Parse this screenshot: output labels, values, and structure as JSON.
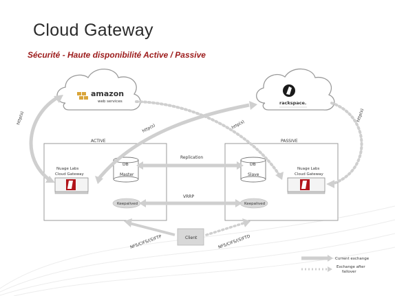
{
  "slide": {
    "title": "Cloud Gateway",
    "subtitle": "Sécurité - Haute disponibilité Active / Passive"
  },
  "clouds": {
    "amazon": {
      "brand": "amazon",
      "sub": "web services",
      "icon": "amazon-logo"
    },
    "rackspace": {
      "brand": "rackspace.",
      "icon": "rackspace-logo"
    }
  },
  "active": {
    "label": "ACTIVE",
    "gateway_line1": "Nuage Labs",
    "gateway_line2": "Cloud Gateway",
    "db_top": "DB",
    "db_name": "Master",
    "keepalived": "Keepalived"
  },
  "passive": {
    "label": "PASSIVE",
    "gateway_line1": "Nuage Labs",
    "gateway_line2": "Cloud Gateway",
    "db_top": "DB",
    "db_name": "Slave",
    "keepalived": "Keepalived"
  },
  "links": {
    "replication": "Replication",
    "vrrp": "VRRP",
    "http_left": "http(s)",
    "http_center_1": "http(s)",
    "http_center_2": "http(s)",
    "http_right": "http(s)",
    "nfs_left": "NFS/CIFS/(S)FTP",
    "nfs_right": "NFS/CIFS/(S)FTD"
  },
  "client": {
    "label": "Client"
  },
  "legend": {
    "current": "Current exchange",
    "failover_line1": "Exchange after",
    "failover_line2": "failover"
  },
  "colors": {
    "title": "#2b2b2b",
    "subtitle": "#9b1a1a",
    "arrow_gray": "#cfcfcf",
    "logo_red": "#b2151b"
  }
}
